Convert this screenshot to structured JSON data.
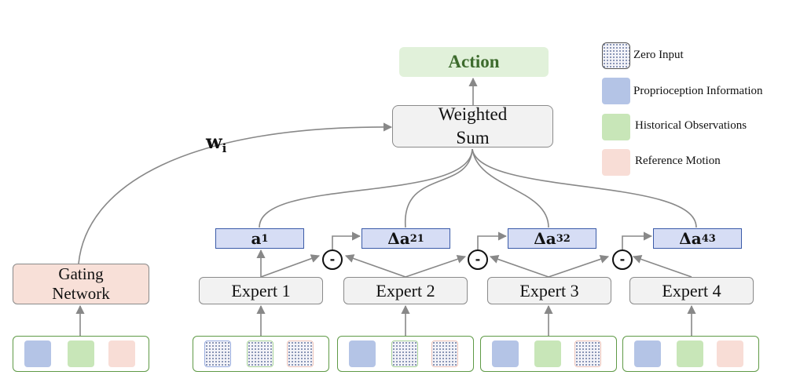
{
  "action": {
    "label": "Action"
  },
  "weighted_sum": {
    "line1": "Weighted",
    "line2": "Sum"
  },
  "gating": {
    "line1": "Gating",
    "line2": "Network"
  },
  "weight_label": {
    "symbol": "w",
    "subscript": "i"
  },
  "experts": [
    {
      "label": "Expert 1"
    },
    {
      "label": "Expert 2"
    },
    {
      "label": "Expert 3"
    },
    {
      "label": "Expert 4"
    }
  ],
  "outputs": [
    {
      "symbol": "a",
      "subscript": "1"
    },
    {
      "symbol": "Δa",
      "subscript": "21"
    },
    {
      "symbol": "Δa",
      "subscript": "32"
    },
    {
      "symbol": "Δa",
      "subscript": "43"
    }
  ],
  "minus_symbol": "-",
  "legend": [
    {
      "label": "Zero Input",
      "icon": "dotted-square"
    },
    {
      "label": "Proprioception Information",
      "color": "#b4c4e6"
    },
    {
      "label": "Historical Observations",
      "color": "#c8e6b8"
    },
    {
      "label": "Reference Motion",
      "color": "#f8ddd6"
    }
  ],
  "colors": {
    "proprioception": "#b4c4e6",
    "historical": "#c8e6b8",
    "reference": "#f8ddd6",
    "action_bg": "#e1f1da",
    "action_text": "#3d6b2d",
    "output_border": "#3b5ba8",
    "group_border": "#5f9a46"
  }
}
